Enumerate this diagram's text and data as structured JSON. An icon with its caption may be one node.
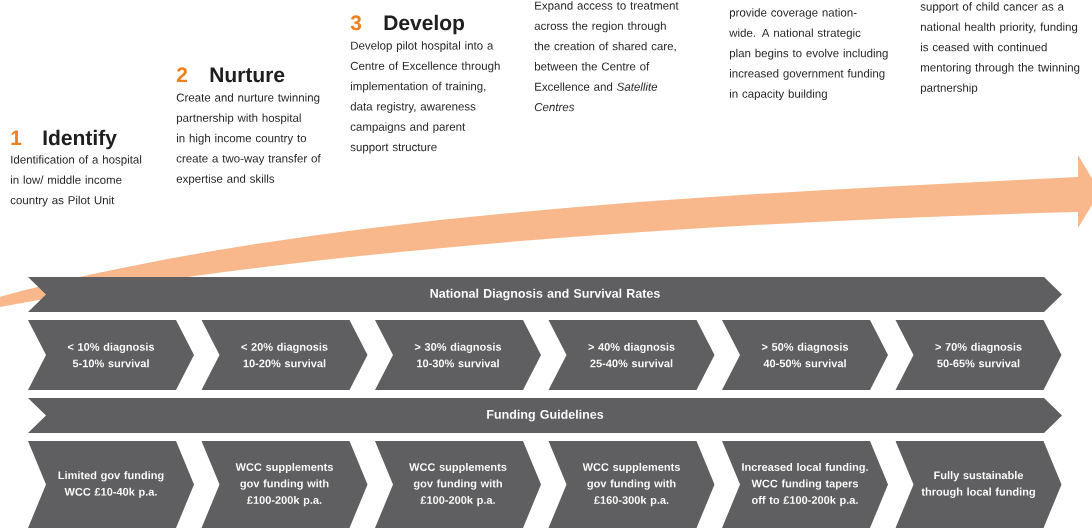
{
  "diagram": {
    "nodes": [
      {
        "text": [
          "National Diagnosis and Survival Rates"
        ]
      },
      {
        "text": [
          "< 10% diagnosis",
          "5-10% survival"
        ]
      },
      {
        "text": [
          "< 20% diagnosis",
          "10-20% survival"
        ]
      },
      {
        "text": [
          "> 30% diagnosis",
          "10-30% survival"
        ]
      },
      {
        "text": [
          "> 40% diagnosis",
          "25-40% survival"
        ]
      },
      {
        "text": [
          "> 50% diagnosis",
          "40-50% survival"
        ]
      },
      {
        "text": [
          "> 70% diagnosis",
          "50-65% survival"
        ]
      },
      {
        "text": [
          "Funding Guidelines"
        ]
      },
      {
        "text": [
          "Limited gov funding WCC £10-40k p.a."
        ]
      },
      {
        "text": [
          "WCC supplements gov funding with £100-200k p.a."
        ]
      },
      {
        "text": [
          "WCC supplements gov funding with £100-200k p.a."
        ]
      },
      {
        "text": [
          "WCC supplements gov funding with £160-300k p.a."
        ]
      },
      {
        "text": [
          "Increased local funding. WCC funding tapers off to £100-200k p.a."
        ]
      },
      {
        "text": [
          "Fully sustainable through local funding"
        ]
      }
    ],
    "labels": [
      "1",
      "Identify",
      "Identification of a hospital in low/ middle income country as Pilot Unit",
      "2",
      "Nurture",
      "Create and nurture twinning partnership with hospital in high income country to create a two-way transfer of expertise and skills",
      "3",
      "Develop",
      "Develop pilot hospital into a Centre of Excellence through implementation of training, data registry, awareness campaigns and parent support structure",
      "Expand access to treatment across the region through the creation of shared care, between the Centre of Excellence and *Satellite Centres*",
      "provide coverage nation-wide. A national strategic plan begins to evolve including increased government funding in capacity building",
      "support of child cancer as a national health priority, funding is ceased with continued mentoring through the twinning partnership"
    ]
  }
}
